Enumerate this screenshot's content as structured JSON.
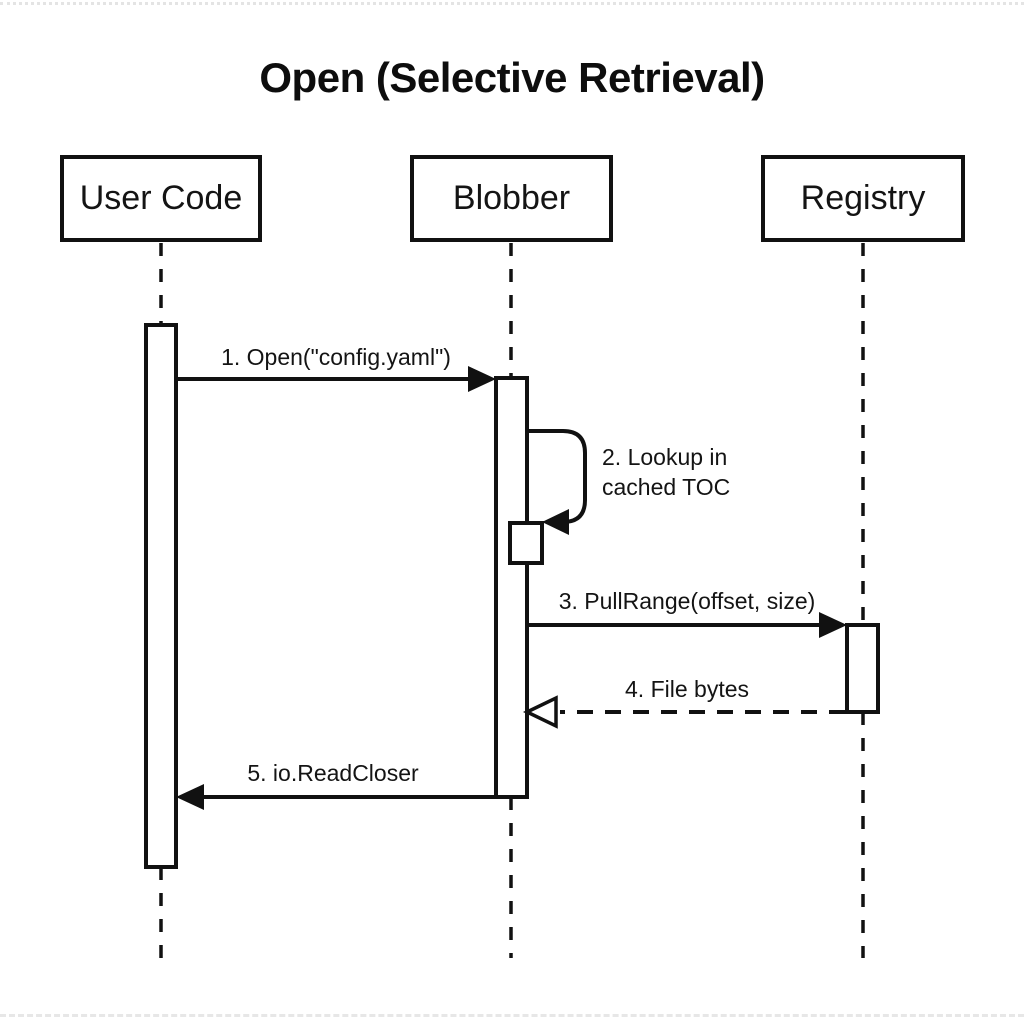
{
  "title": "Open (Selective Retrieval)",
  "participants": [
    {
      "id": "user-code",
      "label": "User Code"
    },
    {
      "id": "blobber",
      "label": "Blobber"
    },
    {
      "id": "registry",
      "label": "Registry"
    }
  ],
  "messages": [
    {
      "seq": 1,
      "label": "1. Open(\"config.yaml\")",
      "from": "User Code",
      "to": "Blobber",
      "line": "solid",
      "arrowhead": "filled"
    },
    {
      "seq": 2,
      "lines": [
        "2. Lookup in",
        "cached TOC"
      ],
      "from": "Blobber",
      "to": "Blobber",
      "line": "solid",
      "arrowhead": "filled",
      "kind": "self-call"
    },
    {
      "seq": 3,
      "label": "3. PullRange(offset, size)",
      "from": "Blobber",
      "to": "Registry",
      "line": "solid",
      "arrowhead": "filled"
    },
    {
      "seq": 4,
      "label": "4. File bytes",
      "from": "Registry",
      "to": "Blobber",
      "line": "dashed",
      "arrowhead": "open"
    },
    {
      "seq": 5,
      "label": "5. io.ReadCloser",
      "from": "Blobber",
      "to": "User Code",
      "line": "solid",
      "arrowhead": "filled"
    }
  ],
  "colors": {
    "ink": "#111111",
    "background": "#ffffff"
  }
}
